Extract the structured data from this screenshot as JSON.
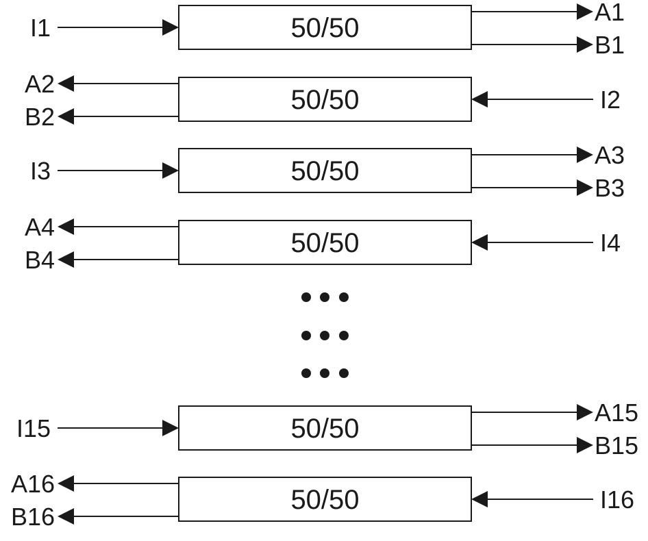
{
  "splitters": [
    {
      "ratio": "50/50",
      "direction": "ltr",
      "input": "I1",
      "out_a": "A1",
      "out_b": "B1"
    },
    {
      "ratio": "50/50",
      "direction": "rtl",
      "input": "I2",
      "out_a": "A2",
      "out_b": "B2"
    },
    {
      "ratio": "50/50",
      "direction": "ltr",
      "input": "I3",
      "out_a": "A3",
      "out_b": "B3"
    },
    {
      "ratio": "50/50",
      "direction": "rtl",
      "input": "I4",
      "out_a": "A4",
      "out_b": "B4"
    },
    {
      "ratio": "50/50",
      "direction": "ltr",
      "input": "I15",
      "out_a": "A15",
      "out_b": "B15"
    },
    {
      "ratio": "50/50",
      "direction": "rtl",
      "input": "I16",
      "out_a": "A16",
      "out_b": "B16"
    }
  ],
  "ellipsis": {
    "rows": 3,
    "dots_per_row": 3
  },
  "colors": {
    "stroke": "#1a1a1a",
    "background": "#ffffff"
  }
}
